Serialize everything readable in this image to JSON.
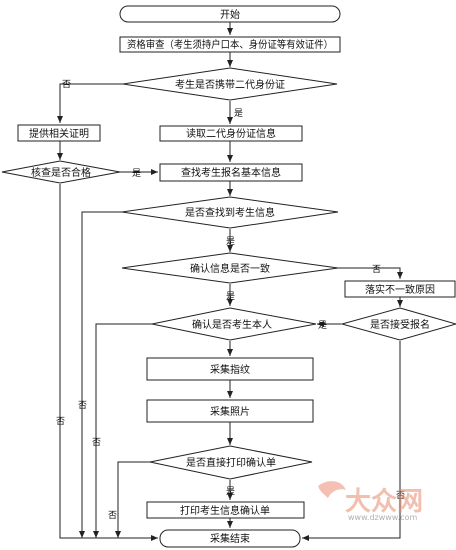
{
  "nodes": {
    "start": "开始",
    "qualification": "资格审查（考生须持户口本、身份证等有效证件）",
    "has_id": "考生是否携带二代身份证",
    "proof": "提供相关证明",
    "read_id": "读取二代身份证信息",
    "verify": "核查是否合格",
    "search": "查找考生报名基本信息",
    "found": "是否查找到考生信息",
    "consistent": "确认信息是否一致",
    "reason": "落实不一致原因",
    "accept": "是否接受报名",
    "is_self": "确认是否考生本人",
    "fingerprint": "采集指纹",
    "photo": "采集照片",
    "print_q": "是否直接打印确认单",
    "print": "打印考生信息确认单",
    "end": "采集结束"
  },
  "labels": {
    "yes": "是",
    "no": "否"
  },
  "watermark": {
    "text": "大众网",
    "url": "www.dzwww.com"
  }
}
